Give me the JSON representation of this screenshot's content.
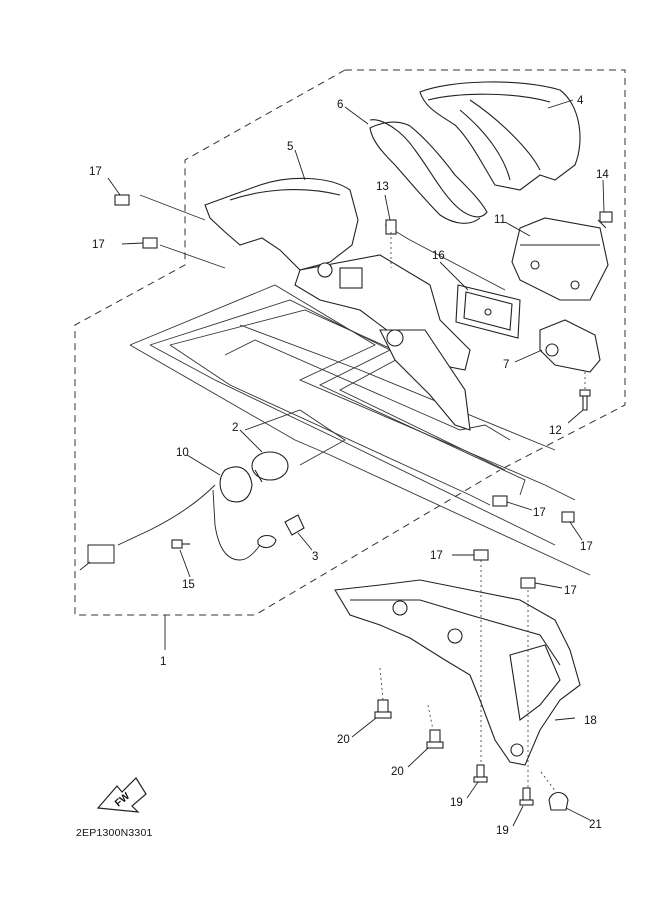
{
  "diagram": {
    "code": "2EP1300N3301",
    "direction_arrow": {
      "label": "FW"
    },
    "callouts": [
      {
        "id": "c1",
        "label": "1"
      },
      {
        "id": "c2",
        "label": "2"
      },
      {
        "id": "c3",
        "label": "3"
      },
      {
        "id": "c4",
        "label": "4"
      },
      {
        "id": "c5",
        "label": "5"
      },
      {
        "id": "c6",
        "label": "6"
      },
      {
        "id": "c7",
        "label": "7"
      },
      {
        "id": "c10",
        "label": "10"
      },
      {
        "id": "c11",
        "label": "11"
      },
      {
        "id": "c12",
        "label": "12"
      },
      {
        "id": "c13",
        "label": "13"
      },
      {
        "id": "c14",
        "label": "14"
      },
      {
        "id": "c15",
        "label": "15"
      },
      {
        "id": "c16",
        "label": "16"
      },
      {
        "id": "c17a",
        "label": "17"
      },
      {
        "id": "c17b",
        "label": "17"
      },
      {
        "id": "c17c",
        "label": "17"
      },
      {
        "id": "c17d",
        "label": "17"
      },
      {
        "id": "c17e",
        "label": "17"
      },
      {
        "id": "c17f",
        "label": "17"
      },
      {
        "id": "c18",
        "label": "18"
      },
      {
        "id": "c19a",
        "label": "19"
      },
      {
        "id": "c19b",
        "label": "19"
      },
      {
        "id": "c20a",
        "label": "20"
      },
      {
        "id": "c20b",
        "label": "20"
      },
      {
        "id": "c21",
        "label": "21"
      }
    ]
  }
}
